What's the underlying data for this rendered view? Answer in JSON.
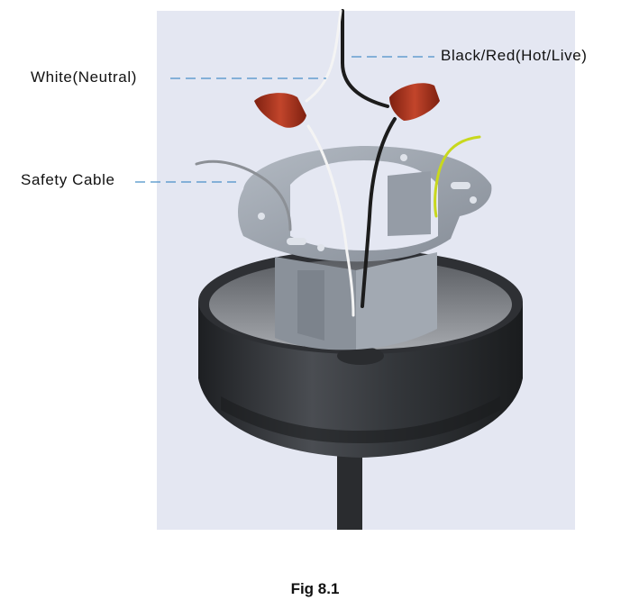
{
  "labels": {
    "white_neutral": "White(Neutral)",
    "hot_live": "Black/Red(Hot/Live)",
    "safety_cable": "Safety Cable"
  },
  "caption": "Fig 8.1",
  "colors": {
    "panel_bg": "#e4e7f2",
    "leader_line": "#4a90c8",
    "wire_nut": "#a8321f",
    "bracket": "#9ba3ad",
    "canopy": "#2c2e31",
    "ground_wire": "#c8d81e"
  }
}
